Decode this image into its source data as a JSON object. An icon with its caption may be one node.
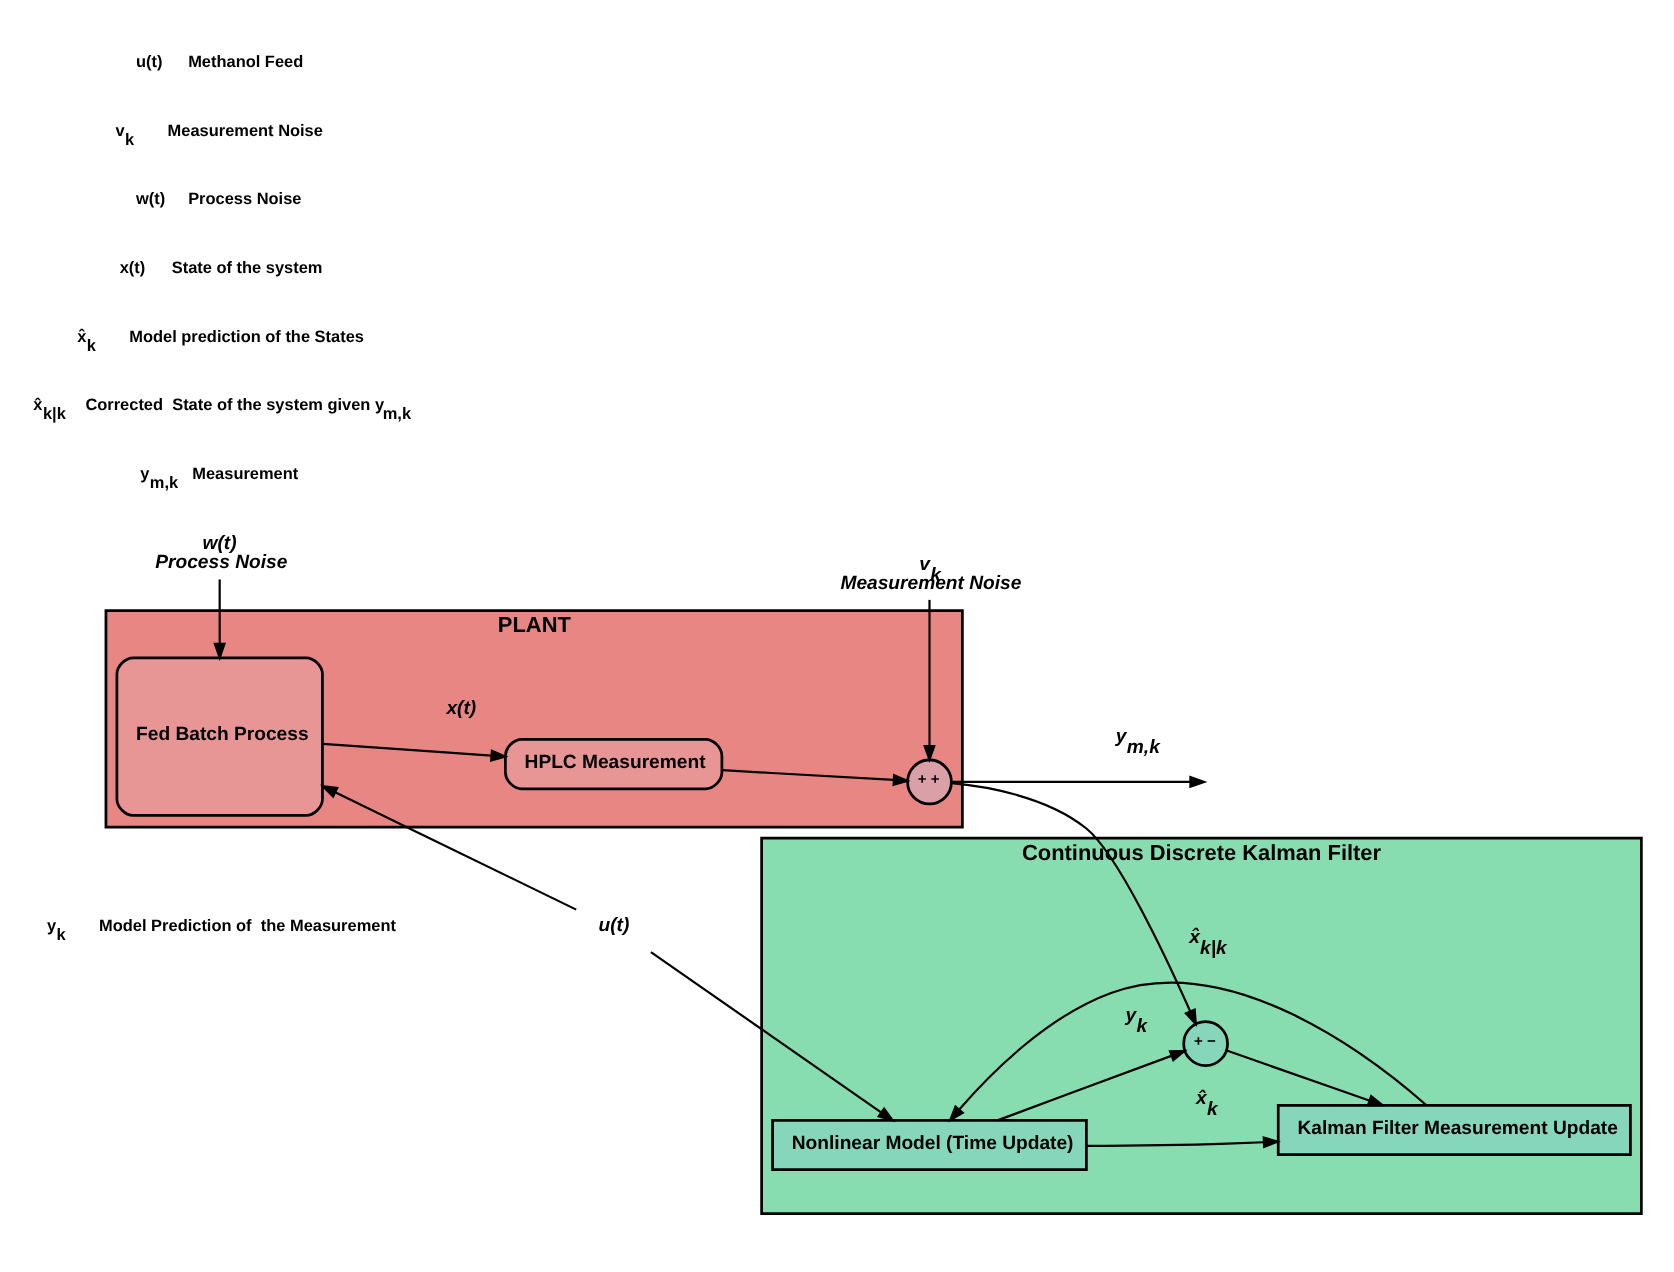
{
  "diagram": {
    "nodes": [
      {
        "text": [
          "PLANT"
        ]
      },
      {
        "text": [
          "Fed Batch Process"
        ],
        "in": 0
      },
      {
        "text": [
          "HPLC Measurement"
        ],
        "in": 0
      },
      {
        "text": [
          "+",
          "+"
        ],
        "in": 0
      },
      {
        "text": [
          "Continuous Discrete Kalman Filter"
        ]
      },
      {
        "text": [
          "Nonlinear Model (Time Update)"
        ],
        "in": 4
      },
      {
        "text": [
          "+",
          "−"
        ],
        "in": 4
      },
      {
        "text": [
          "Kalman Filter Measurement Update"
        ],
        "in": 4
      },
      {
        "text": [
          "u(t)"
        ]
      },
      {
        "text": [
          "w(t)",
          "Process Noise"
        ]
      },
      {
        "text": [
          "v$_{k}$",
          "Measurement Noise"
        ]
      }
    ],
    "edges": [
      {
        "from": 8,
        "to": 1,
        "arrow": "to"
      },
      {
        "from": 8,
        "to": 5,
        "arrow": "to"
      },
      {
        "from": 9,
        "to": 1,
        "arrow": "to"
      },
      {
        "from": 1,
        "to": 2,
        "label": "x(t)",
        "arrow": "to"
      },
      {
        "from": 2,
        "to": 3,
        "arrow": "to"
      },
      {
        "from": 10,
        "to": 3,
        "arrow": "to"
      },
      {
        "from": 3,
        "to": null,
        "label": "y$_{m,k}$",
        "arrow": "to"
      },
      {
        "from": 3,
        "to": 6,
        "arrow": "to"
      },
      {
        "from": 5,
        "to": 6,
        "label": "y$_{k}$",
        "arrow": "to"
      },
      {
        "from": 6,
        "to": 7,
        "arrow": "to"
      },
      {
        "from": 5,
        "to": 7,
        "label": "x̂$_{k}$",
        "arrow": "to"
      },
      {
        "from": 7,
        "to": 5,
        "label": "x̂$_{k|k}$",
        "arrow": "to"
      }
    ],
    "labels": [
      "u(t)   Methanol Feed",
      "v$_{k}$   Measurement Noise",
      "w(t)  Process Noise",
      "x(t)   State of the system",
      "x̂$_{k}$   Model prediction of the States",
      "x̂$_{k|k}$ Corrected  State of the system given y$_{m,k}$",
      "y$_{m,k}$ Measurement",
      "y$_{k}$   Model Prediction of  the Measurement"
    ]
  }
}
